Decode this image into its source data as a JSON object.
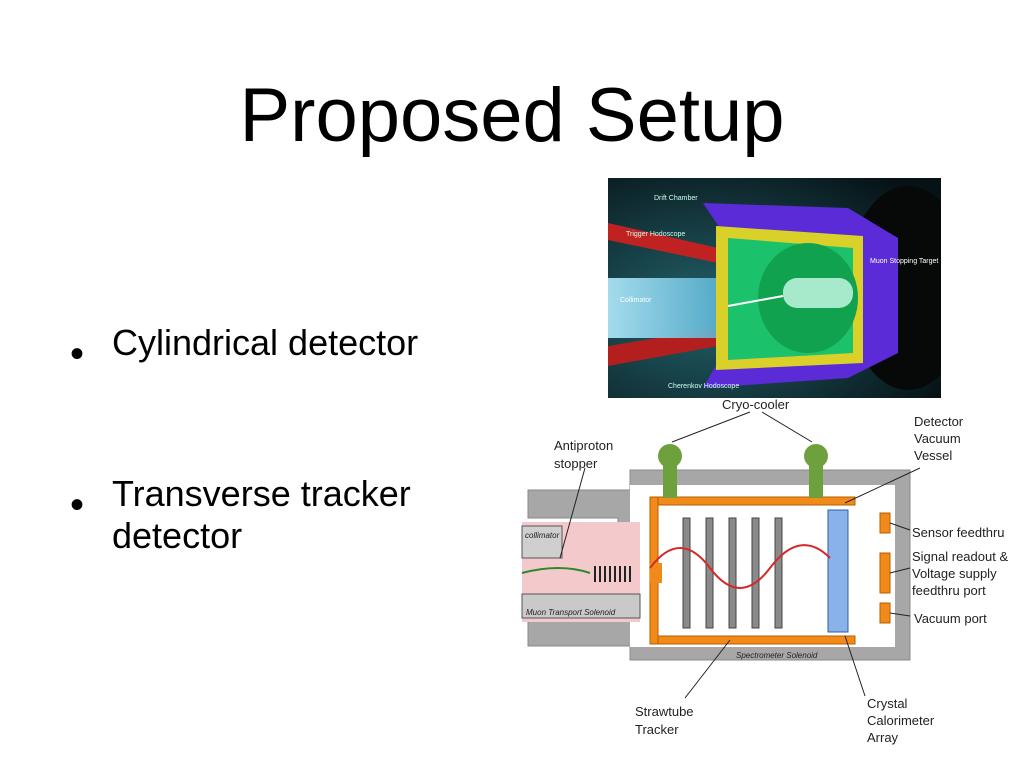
{
  "slide": {
    "title": "Proposed Setup",
    "bullets": [
      {
        "lines": [
          "Cylindrical detector"
        ]
      },
      {
        "lines": [
          "Transverse tracker",
          "detector"
        ]
      }
    ]
  },
  "render3d": {
    "labels": {
      "drift": "Drift Chamber",
      "trigger": "Trigger Hodoscope",
      "target": "Muon Stopping Target",
      "collimator": "Collimator",
      "cherenkov": "Cherenkov Hodoscope"
    }
  },
  "schematic": {
    "labels": {
      "cryo": "Cryo-cooler",
      "antiproton_1": "Antiproton",
      "antiproton_2": "stopper",
      "vessel_1": "Detector",
      "vessel_2": "Vacuum",
      "vessel_3": "Vessel",
      "sensor": "Sensor feedthru",
      "signal_1": "Signal readout &",
      "signal_2": "Voltage supply",
      "signal_3": "feedthru port",
      "vacuum": "Vacuum port",
      "strawtube_1": "Strawtube",
      "strawtube_2": "Tracker",
      "crystal_1": "Crystal",
      "crystal_2": "Calorimeter",
      "crystal_3": "Array",
      "collimator": "collimator",
      "muon_solenoid": "Muon Transport Solenoid",
      "spectrometer": "Spectrometer Solenoid"
    }
  }
}
